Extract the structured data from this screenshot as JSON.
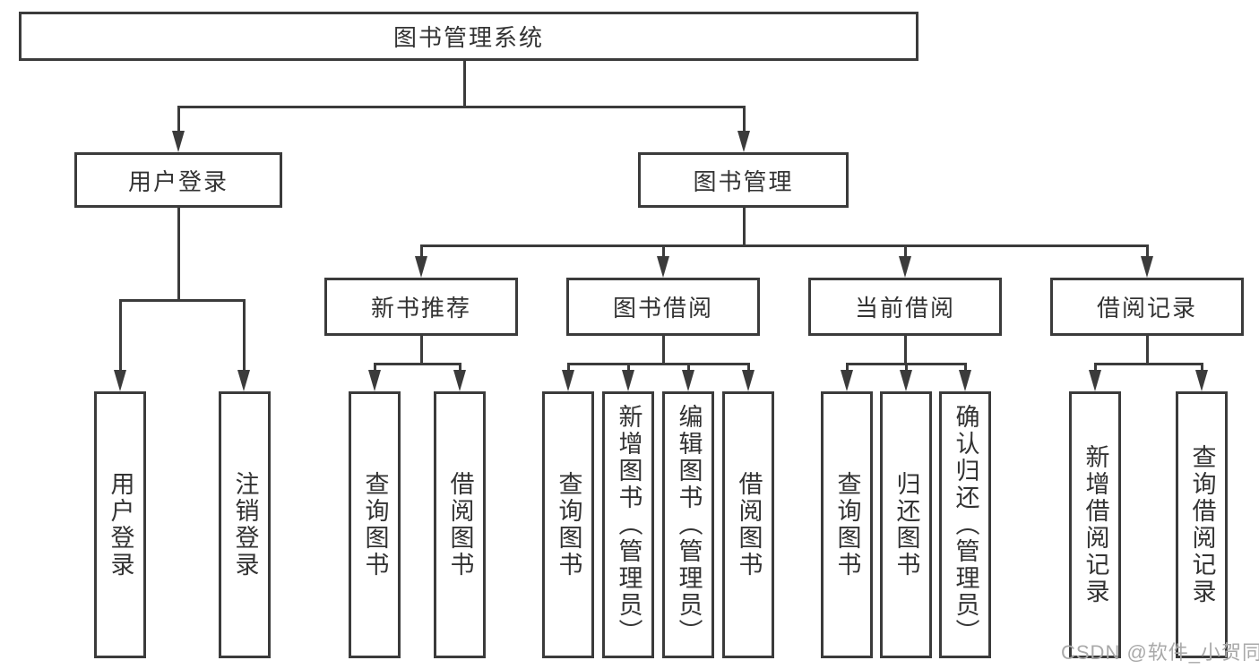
{
  "diagram_title": "图书管理系统",
  "nodes": {
    "root": "图书管理系统",
    "user_login": "用户登录",
    "book_mgmt": "图书管理",
    "new_book_rec": "新书推荐",
    "book_borrow": "图书借阅",
    "current_borrow": "当前借阅",
    "borrow_record": "借阅记录",
    "ul_login": "用户登录",
    "ul_logout": "注销登录",
    "nb_query": "查询图书",
    "nb_borrow": "借阅图书",
    "bb_query": "查询图书",
    "bb_add": "新增图书（管理员）",
    "bb_edit": "编辑图书（管理员）",
    "bb_borrow": "借阅图书",
    "cb_query": "查询图书",
    "cb_return": "归还图书",
    "cb_confirm": "确认归还（管理员）",
    "br_add": "新增借阅记录",
    "br_query": "查询借阅记录"
  },
  "watermark": "CSDN @软件_小贺同学",
  "colors": {
    "line": "#3b3b3b",
    "text": "#333333",
    "watermark": "#a9a9a9",
    "background": "#ffffff"
  }
}
